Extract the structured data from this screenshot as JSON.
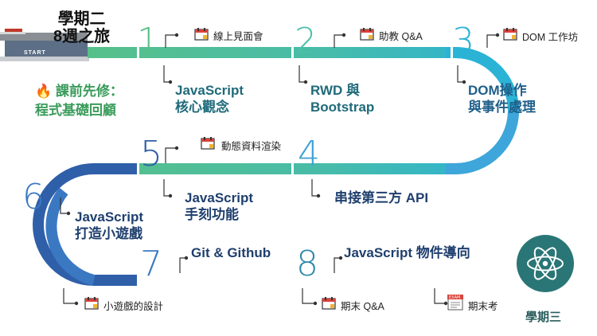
{
  "header": {
    "semester_line1": "學期二",
    "semester_line2": "8週之旅",
    "start_label": "START",
    "prereq_line1": "課前先修：",
    "prereq_line2": "程式基礎回顧"
  },
  "weeks": [
    {
      "number": "1",
      "title_line1": "JavaScript",
      "title_line2": "核心觀念",
      "event": "線上見面會"
    },
    {
      "number": "2",
      "title_line1": "RWD 與",
      "title_line2": "Bootstrap",
      "event": "助教 Q&A"
    },
    {
      "number": "3",
      "title_line1": "DOM操作",
      "title_line2": "與事件處理",
      "event": "DOM 工作坊"
    },
    {
      "number": "4",
      "title_line1": "串接第三方 API",
      "title_line2": ""
    },
    {
      "number": "5",
      "title_line1": "JavaScript",
      "title_line2": "手刻功能",
      "event": "動態資料渲染"
    },
    {
      "number": "6",
      "title_line1": "JavaScript",
      "title_line2": "打造小遊戲",
      "event": "小遊戲的設計"
    },
    {
      "number": "7",
      "title_line1": "Git & Github",
      "title_line2": ""
    },
    {
      "number": "8",
      "title_line1": "JavaScript 物件導向",
      "title_line2": "",
      "event": "期末 Q&A",
      "event2": "期末考"
    }
  ],
  "end": {
    "label": "學期三"
  },
  "exam_tag": "EXAM",
  "colors": {
    "green": "#57c08a",
    "teal": "#2bb3d6",
    "blue_mid": "#3e8fd1",
    "blue_dark": "#2f5fa8",
    "teal_dark": "#2f7f7f",
    "end_circle": "#2a7676",
    "text_dark": "#1f3f6e",
    "text_green": "#3a9b5a"
  }
}
